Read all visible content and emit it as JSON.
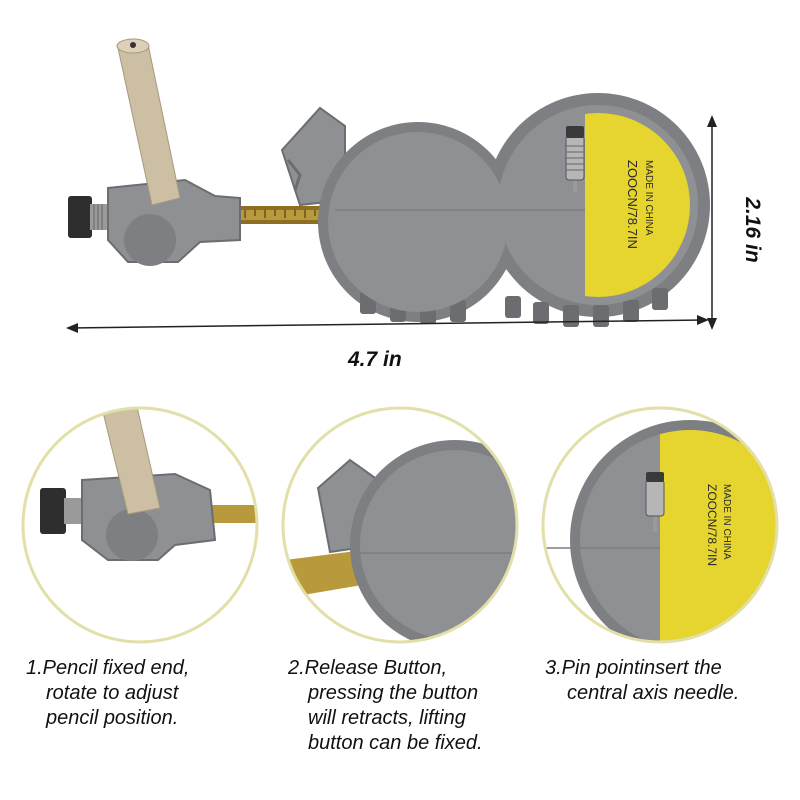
{
  "dimensions": {
    "width_label": "4.7 in",
    "height_label": "2.16 in"
  },
  "dial": {
    "text_line1": "ZOOCN/78.7IN",
    "text_line2": "MADE IN CHINA"
  },
  "captions": [
    {
      "lines": [
        "1.Pencil fixed end,",
        "rotate to adjust",
        "pencil position."
      ]
    },
    {
      "lines": [
        "2.Release Button,",
        "pressing the button",
        "will retracts, lifting",
        "button can be fixed."
      ]
    },
    {
      "lines": [
        "3.Pin pointinsert the",
        "central axis needle."
      ]
    }
  ],
  "colors": {
    "body_gray": "#8a8c8f",
    "dark_gray": "#6e7073",
    "label_yellow": "#e6d52f",
    "pencil": "#cdbfa4",
    "circle_outline": "#e2dfa8"
  }
}
